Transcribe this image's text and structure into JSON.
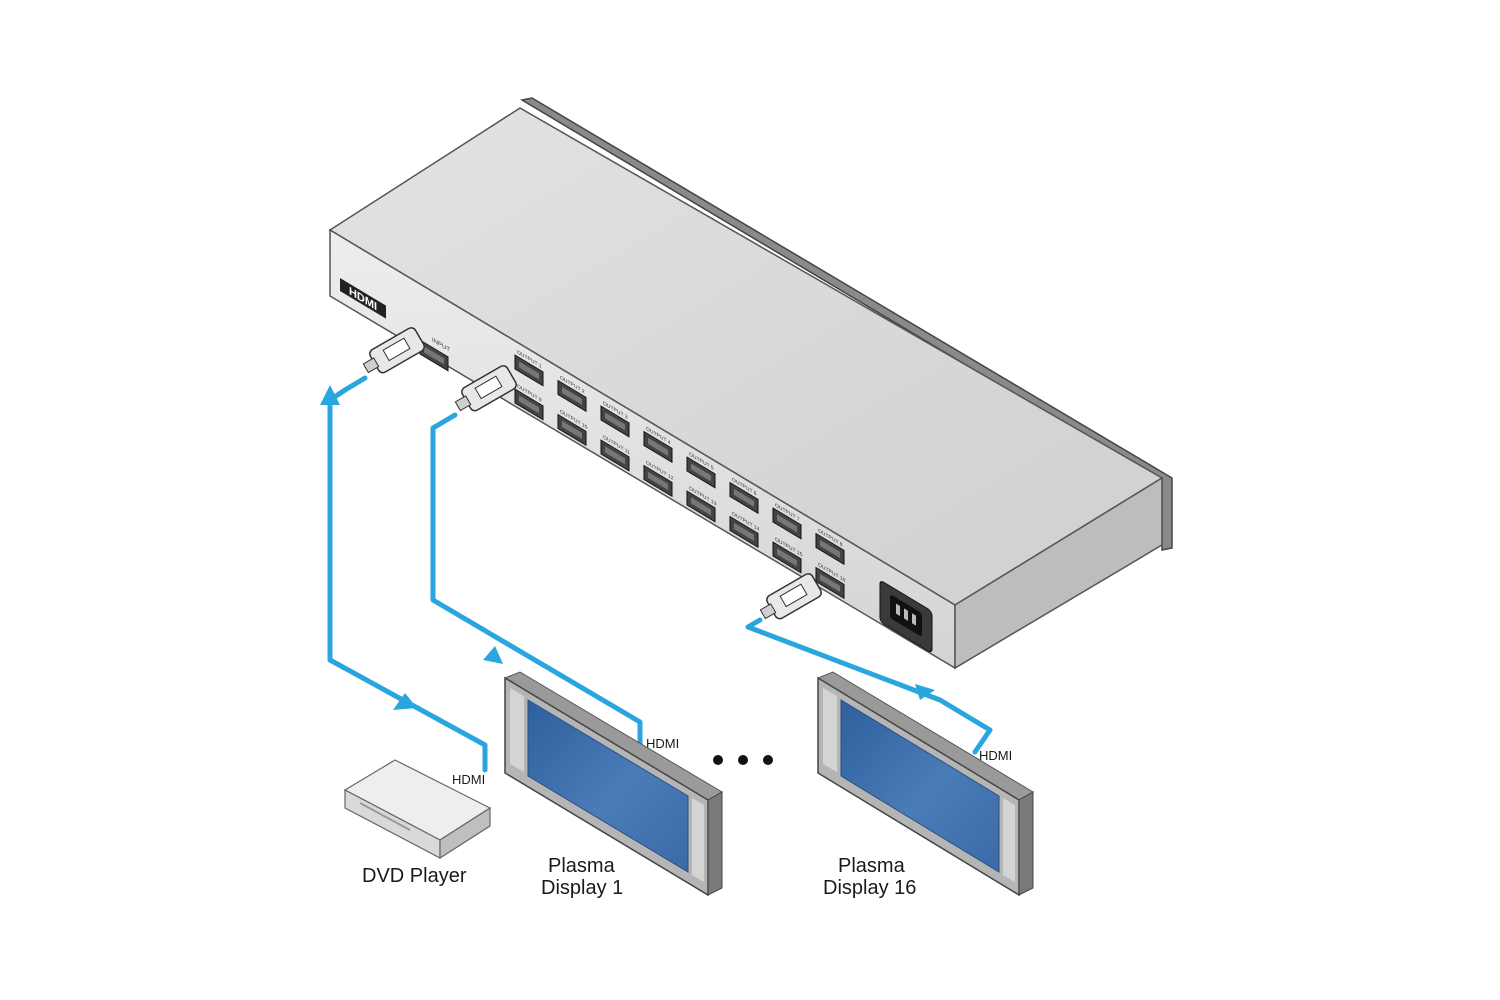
{
  "device": {
    "logo_text": "HDMI",
    "input_label": "INPUT",
    "output_labels": [
      "OUTPUT 1",
      "OUTPUT 2",
      "OUTPUT 3",
      "OUTPUT 4",
      "OUTPUT 5",
      "OUTPUT 6",
      "OUTPUT 7",
      "OUTPUT 8",
      "OUTPUT 9",
      "OUTPUT 10",
      "OUTPUT 11",
      "OUTPUT 12",
      "OUTPUT 13",
      "OUTPUT 14",
      "OUTPUT 15",
      "OUTPUT 16"
    ]
  },
  "cables": {
    "dvd_label": "HDMI",
    "display1_label": "HDMI",
    "display16_label": "HDMI"
  },
  "devices": {
    "dvd_player": "DVD Player",
    "display1_line1": "Plasma",
    "display1_line2": "Display 1",
    "display16_line1": "Plasma",
    "display16_line2": "Display 16"
  },
  "colors": {
    "cable": "#2aa6df",
    "screen": "#3f6fae",
    "chassis": "#d8d8d8"
  }
}
